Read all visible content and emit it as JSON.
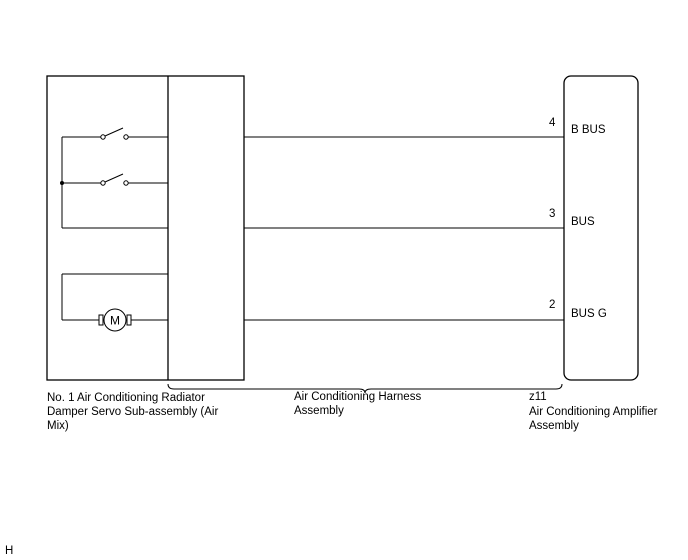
{
  "components": {
    "servo": {
      "name": "No. 1 Air Conditioning Radiator\nDamper Servo Sub-assembly (Air\nMix)"
    },
    "harness": {
      "name": "Air Conditioning Harness\nAssembly"
    },
    "amplifier": {
      "connector": "z11",
      "name": "Air Conditioning Amplifier\nAssembly"
    }
  },
  "motor_symbol": "M",
  "wires": [
    {
      "pin": "4",
      "signal": "B BUS"
    },
    {
      "pin": "3",
      "signal": "BUS"
    },
    {
      "pin": "2",
      "signal": "BUS G"
    }
  ],
  "corner_mark": "H"
}
